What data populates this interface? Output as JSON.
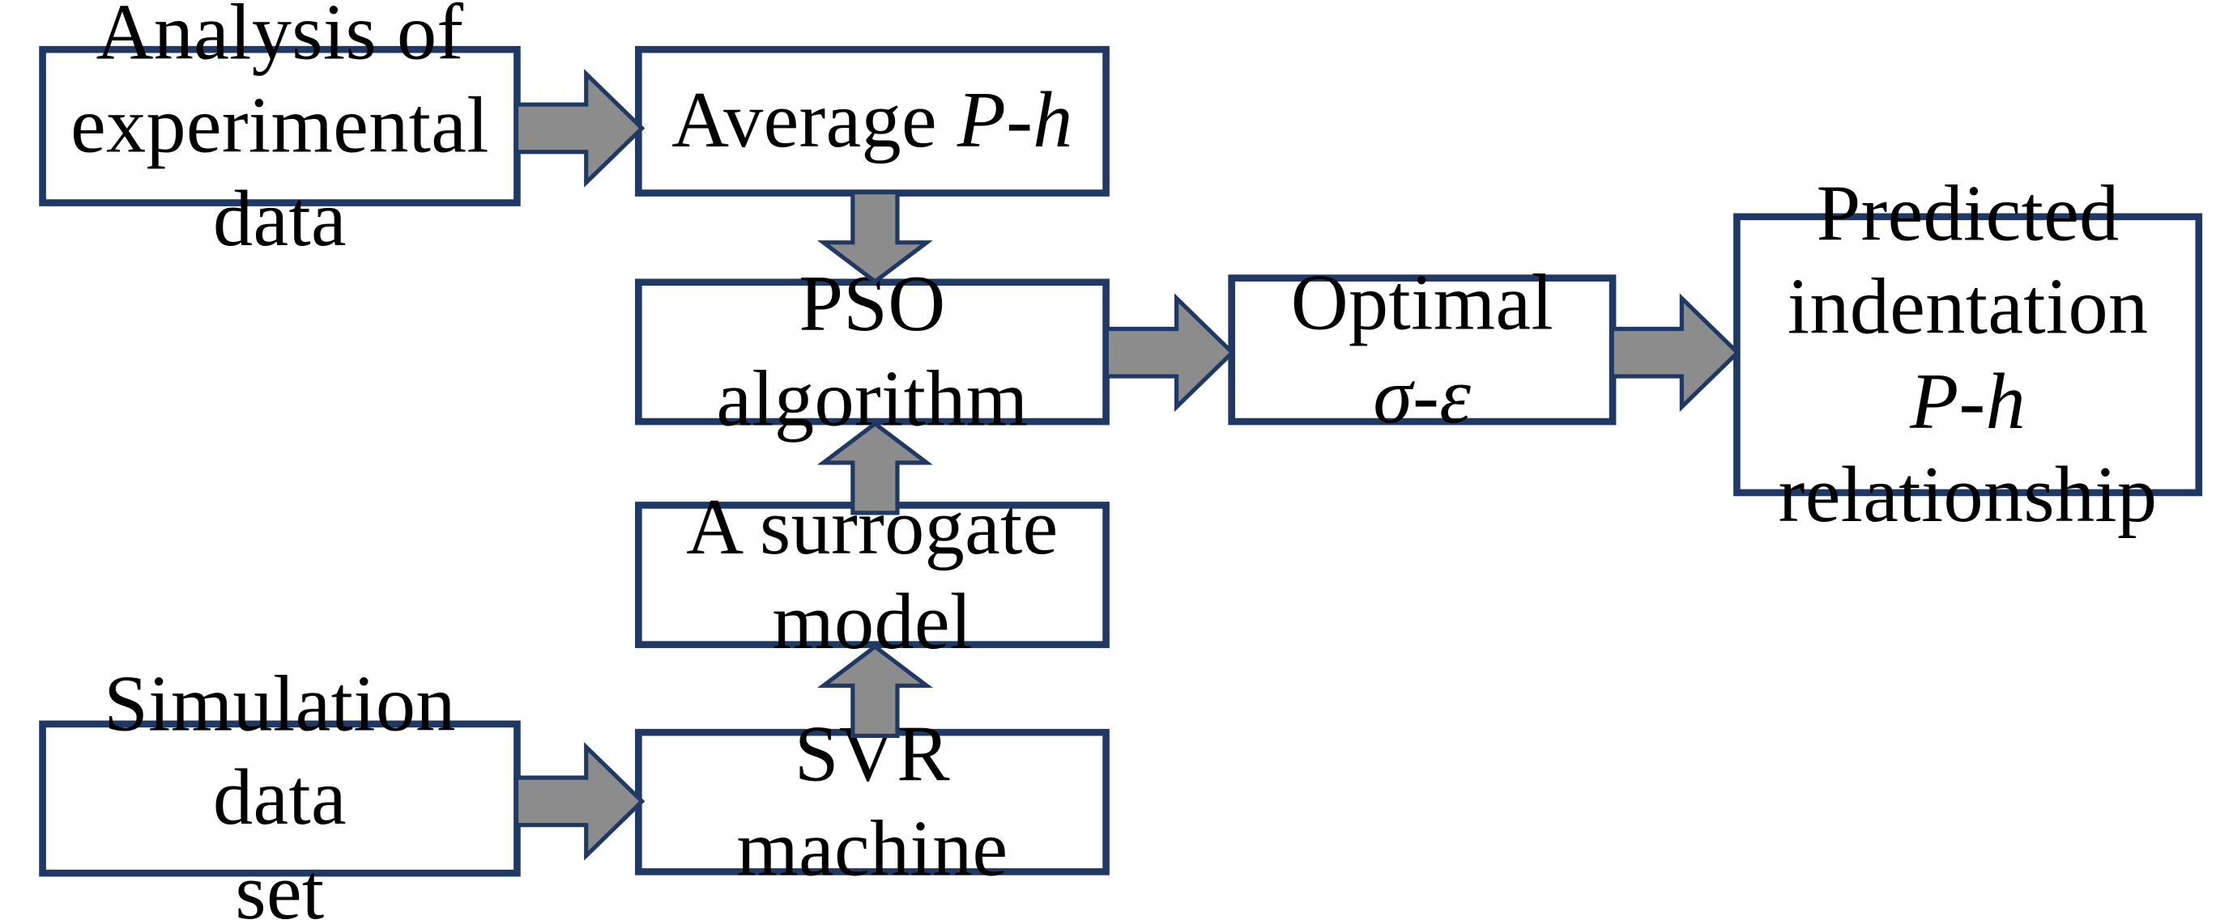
{
  "diagram": {
    "type": "flowchart",
    "title": "",
    "background_color": "#ffffff",
    "box_border_color": "#1f3864",
    "box_fill_color": "#ffffff",
    "arrow_fill_color": "#8c8c8c",
    "arrow_outline_color": "#1f3864",
    "text_color": "#000000",
    "nodes": [
      {
        "id": "analysis-experimental-data",
        "label": "Analysis of experimental data",
        "line1": "Analysis of",
        "line2": "experimental data"
      },
      {
        "id": "average-p-h",
        "label": "Average P-h",
        "prefix": "Average ",
        "italic1": "P",
        "dash": "-",
        "italic2": "h"
      },
      {
        "id": "pso-algorithm",
        "label": "PSO algorithm"
      },
      {
        "id": "optimal-sigma-epsilon",
        "label": "Optimal σ-ε",
        "prefix": "Optimal ",
        "italic1": "σ",
        "dash": "-",
        "italic2": "ε"
      },
      {
        "id": "predicted-indentation",
        "label": "Predicted indentation P-h relationship",
        "line1": "Predicted",
        "line2_prefix": "indentation ",
        "line2_italic1": "P",
        "line2_dash": "-",
        "line2_italic2": "h",
        "line3": "relationship"
      },
      {
        "id": "a-surrogate-model",
        "label": "A surrogate model",
        "line1": "A surrogate",
        "line2": "model"
      },
      {
        "id": "simulation-data-set",
        "label": "Simulation data set",
        "line1": "Simulation data",
        "line2": "set"
      },
      {
        "id": "svr-machine",
        "label": "SVR machine"
      }
    ],
    "edges": [
      {
        "id": "edge-analysis-to-average",
        "from": "analysis-experimental-data",
        "to": "average-p-h",
        "direction": "right"
      },
      {
        "id": "edge-average-to-pso",
        "from": "average-p-h",
        "to": "pso-algorithm",
        "direction": "down"
      },
      {
        "id": "edge-pso-to-optimal",
        "from": "pso-algorithm",
        "to": "optimal-sigma-epsilon",
        "direction": "right"
      },
      {
        "id": "edge-optimal-to-predicted",
        "from": "optimal-sigma-epsilon",
        "to": "predicted-indentation",
        "direction": "right"
      },
      {
        "id": "edge-surrogate-to-pso",
        "from": "a-surrogate-model",
        "to": "pso-algorithm",
        "direction": "up"
      },
      {
        "id": "edge-svr-to-surrogate",
        "from": "svr-machine",
        "to": "a-surrogate-model",
        "direction": "up"
      },
      {
        "id": "edge-simulation-to-svr",
        "from": "simulation-data-set",
        "to": "svr-machine",
        "direction": "right"
      }
    ]
  }
}
